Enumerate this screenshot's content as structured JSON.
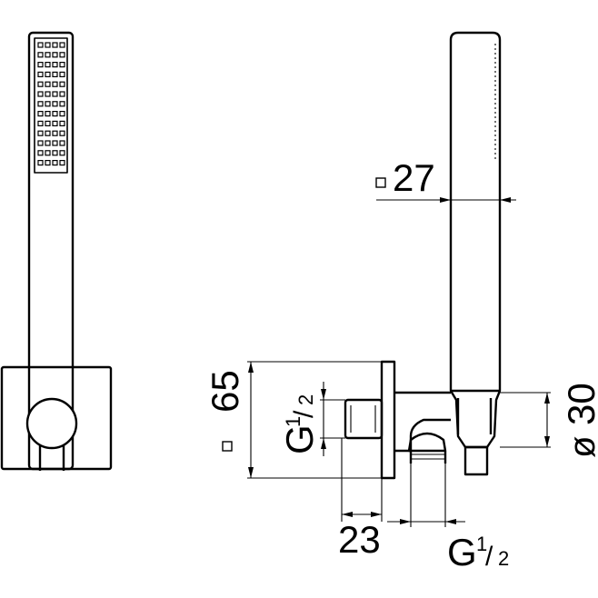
{
  "drawing": {
    "dimensions": {
      "handle_width": {
        "symbol": "□",
        "value": "27"
      },
      "bracket_height": {
        "symbol": "□",
        "value": "65"
      },
      "inlet_thread": {
        "base": "G",
        "num": "1",
        "slash": "/",
        "den": "2"
      },
      "projection": {
        "value": "23"
      },
      "hose_thread": {
        "base": "G",
        "num": "1",
        "slash": "/",
        "den": "2"
      },
      "bracket_diameter": {
        "symbol": "ø",
        "value": "30"
      }
    }
  }
}
